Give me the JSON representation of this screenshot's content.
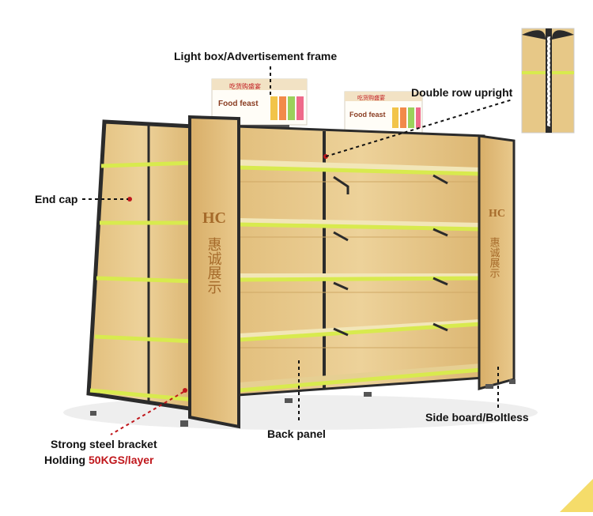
{
  "labels": {
    "light_box": "Light box/Advertisement frame",
    "double_row": "Double row upright",
    "end_cap": "End cap",
    "side_board": "Side board/Boltless",
    "back_panel": "Back panel",
    "bracket_line1": "Strong steel bracket",
    "bracket_line2_prefix": "Holding ",
    "bracket_line2_highlight": "50KGS/layer"
  },
  "signs": {
    "banner_title": "Food feast",
    "banner_cn": "吃货购盛宴"
  },
  "brand": {
    "logo_letters": "HC",
    "vertical_text": "惠诚展示"
  },
  "colors": {
    "wood": "#e8c98a",
    "frame": "#2b2b2b",
    "shelf_edge": "#d8ea4e",
    "highlight": "#c0171c",
    "corner": "#f5dc6a"
  }
}
